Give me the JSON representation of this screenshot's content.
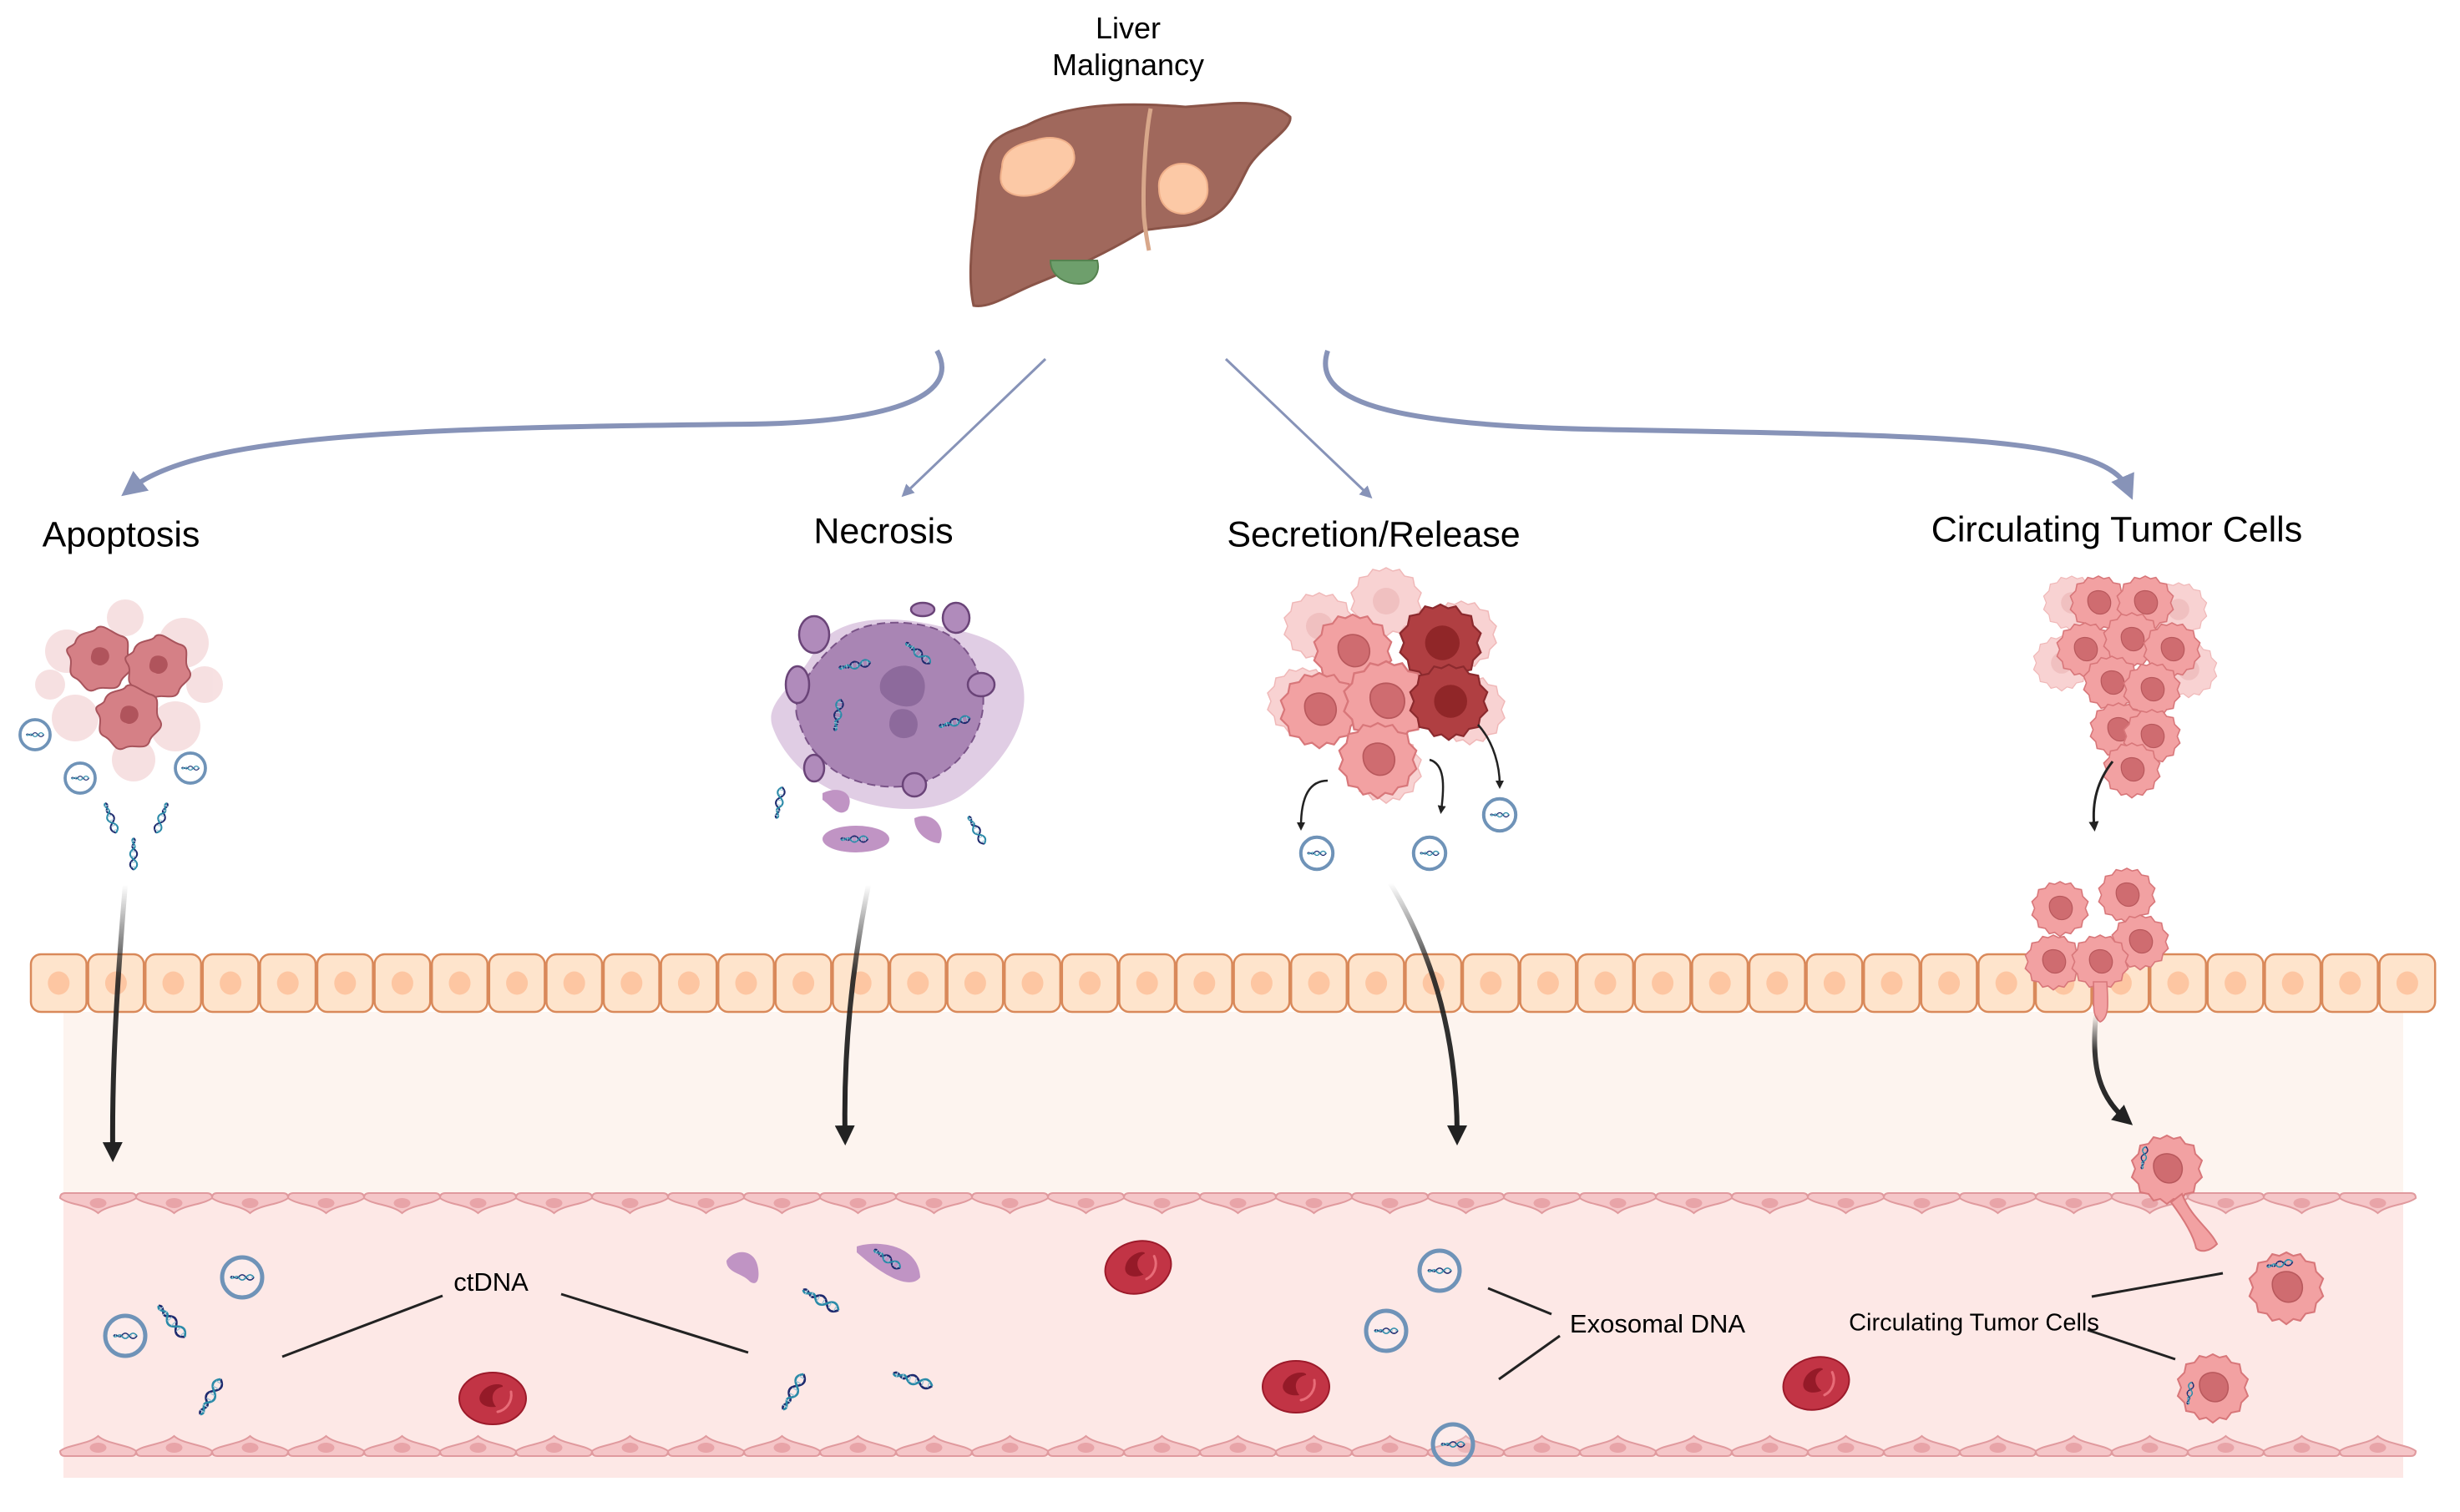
{
  "title": {
    "line1": "Liver",
    "line2": "Malignancy"
  },
  "pathways": [
    {
      "id": "apoptosis",
      "label": "Apoptosis"
    },
    {
      "id": "necrosis",
      "label": "Necrosis"
    },
    {
      "id": "secretion",
      "label": "Secretion/Release"
    },
    {
      "id": "ctc",
      "label": "Circulating Tumor Cells"
    }
  ],
  "vessel_labels": {
    "ctdna": "ctDNA",
    "exosomal": "Exosomal DNA",
    "ctc": "Circulating Tumor Cells"
  },
  "icons": {
    "organ": "liver-icon",
    "apoptotic_cell": "apoptotic-cell-icon",
    "necrotic_cell": "necrotic-cell-icon",
    "tumor_cluster": "tumor-cell-cluster-icon",
    "dna": "dna-helix-icon",
    "exosome": "exosome-icon",
    "rbc": "red-blood-cell-icon",
    "hepatocyte": "hepatocyte-icon",
    "endothelial": "endothelial-cell-icon"
  },
  "colors": {
    "flow_arrow": "#8793b8",
    "release_arrow": "#222222",
    "liver": "#a0685c",
    "tumor": "#fcc9a6",
    "hepatocyte_fill": "#fee4cc",
    "hepatocyte_stroke": "#d9895a",
    "hepatocyte_nucleus": "#fdc6a2",
    "interstitium": "#fdf4ef",
    "vessel": "#fde8e6",
    "endothelium_fill": "#f5c6c8",
    "endothelium_stroke": "#e09a9e",
    "rbc": "#c23445",
    "dna_navy": "#1e2a6e",
    "dna_teal": "#2a8aa8",
    "exosome": "#6f93b8",
    "necrotic": "#a985b4",
    "apoptotic": "#c96a72",
    "ctc": "#f2a1a2"
  }
}
